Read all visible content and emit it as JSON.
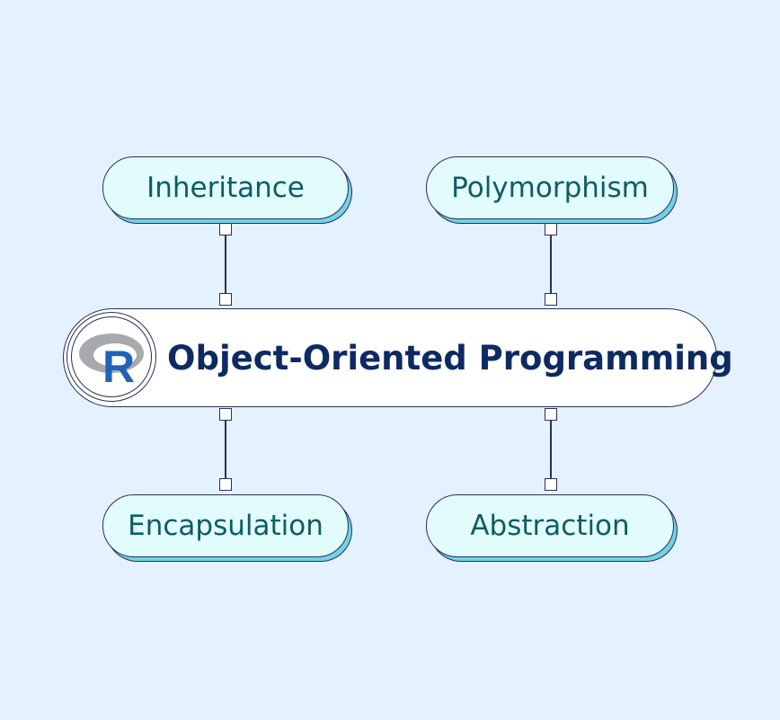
{
  "title": "Object-Oriented Programming",
  "logo": "R",
  "nodes": [
    "Inheritance",
    "Polymorphism",
    "Encapsulation",
    "Abstraction"
  ]
}
